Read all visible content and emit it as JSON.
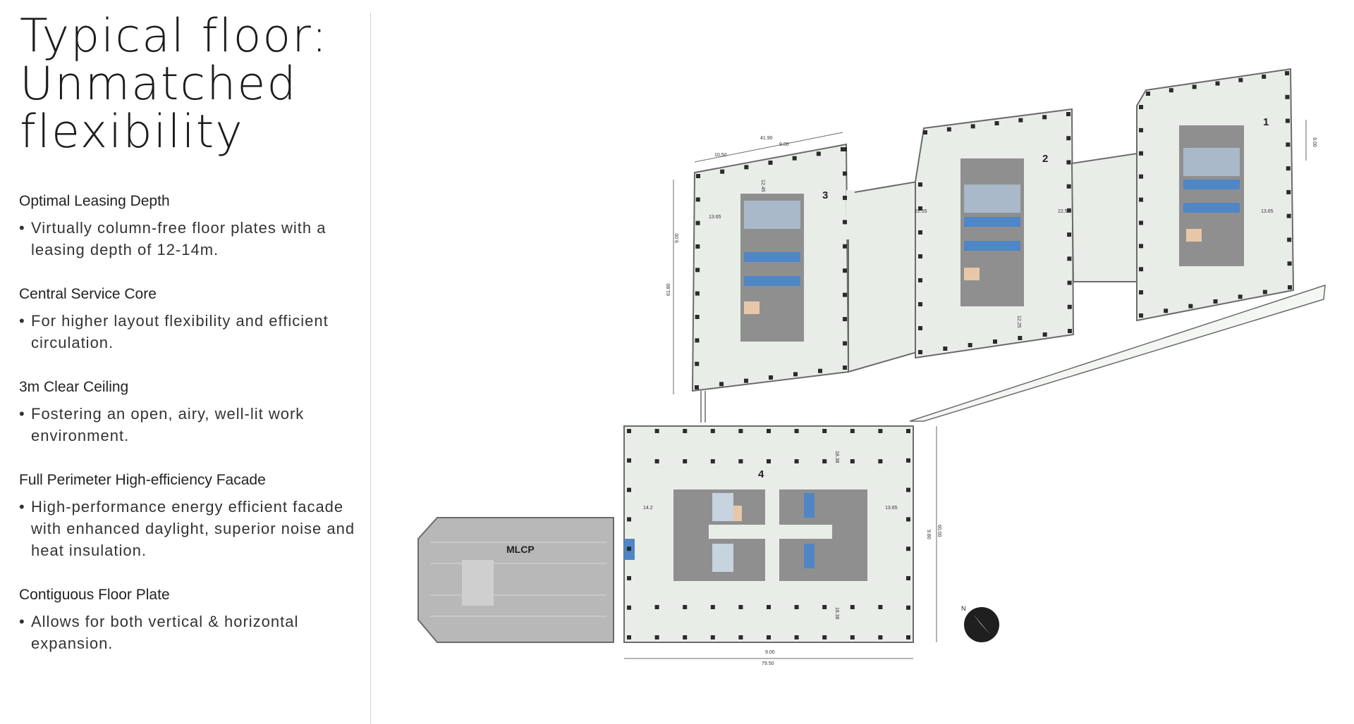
{
  "title": {
    "line1": "Typical floor:",
    "line2": "Unmatched",
    "line3": "flexibility"
  },
  "features": [
    {
      "heading": "Optimal Leasing Depth",
      "text": "Virtually column-free floor plates with a leasing depth of 12-14m."
    },
    {
      "heading": "Central Service Core",
      "text": "For higher layout flexibility and efficient circulation."
    },
    {
      "heading": "3m Clear Ceiling",
      "text": "Fostering an open, airy, well-lit work environment."
    },
    {
      "heading": "Full Perimeter High-efficiency Facade",
      "text": "High-performance energy efficient facade with enhanced daylight, superior noise and heat insulation."
    },
    {
      "heading": "Contiguous Floor Plate",
      "text": "Allows for both vertical & horizontal expansion."
    }
  ],
  "plan": {
    "tower_labels": [
      "1",
      "2",
      "3",
      "4"
    ],
    "mlcp_label": "MLCP",
    "north_label": "N",
    "dimensions": {
      "d_41_90": "41.90",
      "d_10_50": "10.50",
      "d_9_00_top": "9.00",
      "d_12_45": "12.45",
      "d_13_65_t3": "13.65",
      "d_9_00_left": "9.00",
      "d_61_80": "61.80",
      "d_22_55_a": "22.55",
      "d_22_55_b": "22.55",
      "d_13_65_t1": "13.65",
      "d_9_00_t1": "9.00",
      "d_12_25": "12.25",
      "d_18_38_top": "18.38",
      "d_18_38_bot": "18.38",
      "d_14_2": "14.2",
      "d_13_65_t4": "13.65",
      "d_9_80": "9.80",
      "d_60_00": "60.00",
      "d_9_00_bot": "9.00",
      "d_79_50": "79.50"
    },
    "colors": {
      "floor": "#e9ede8",
      "outline": "#6b6b6b",
      "column": "#2b2b2b",
      "core": "#8f8f8f",
      "lift": "#4f86c6",
      "parking": "#b8b8b8"
    }
  }
}
